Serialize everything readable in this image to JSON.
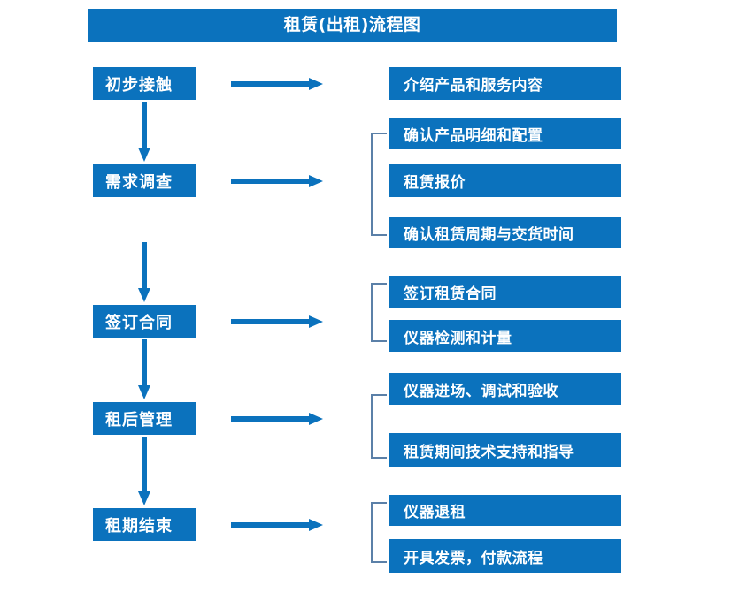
{
  "diagram": {
    "title": "租赁(出租)流程图",
    "colors": {
      "primary_blue": "#0b72bd",
      "bracket_gray_blue": "#5b80a8",
      "text_white": "#ffffff",
      "background": "#ffffff"
    },
    "stages": [
      {
        "id": "stage-1",
        "label": "初步接触"
      },
      {
        "id": "stage-2",
        "label": "需求调查"
      },
      {
        "id": "stage-3",
        "label": "签订合同"
      },
      {
        "id": "stage-4",
        "label": "租后管理"
      },
      {
        "id": "stage-5",
        "label": "租期结束"
      }
    ],
    "task_groups": [
      {
        "stage": "初步接触",
        "has_bracket": false,
        "tasks": [
          "介绍产品和服务内容"
        ]
      },
      {
        "stage": "需求调查",
        "has_bracket": true,
        "tasks": [
          "确认产品明细和配置",
          "租赁报价",
          "确认租赁周期与交货时间"
        ]
      },
      {
        "stage": "签订合同",
        "has_bracket": true,
        "tasks": [
          "签订租赁合同",
          "仪器检测和计量"
        ]
      },
      {
        "stage": "租后管理",
        "has_bracket": true,
        "tasks": [
          "仪器进场、调试和验收",
          "租赁期间技术支持和指导"
        ]
      },
      {
        "stage": "租期结束",
        "has_bracket": true,
        "tasks": [
          "仪器退租",
          "开具发票，付款流程"
        ]
      }
    ],
    "connectors": {
      "horizontal_arrow_count": 5,
      "vertical_arrow_count": 4,
      "horizontal_arrow_name": "right-arrow-icon",
      "vertical_arrow_name": "down-arrow-icon"
    }
  }
}
